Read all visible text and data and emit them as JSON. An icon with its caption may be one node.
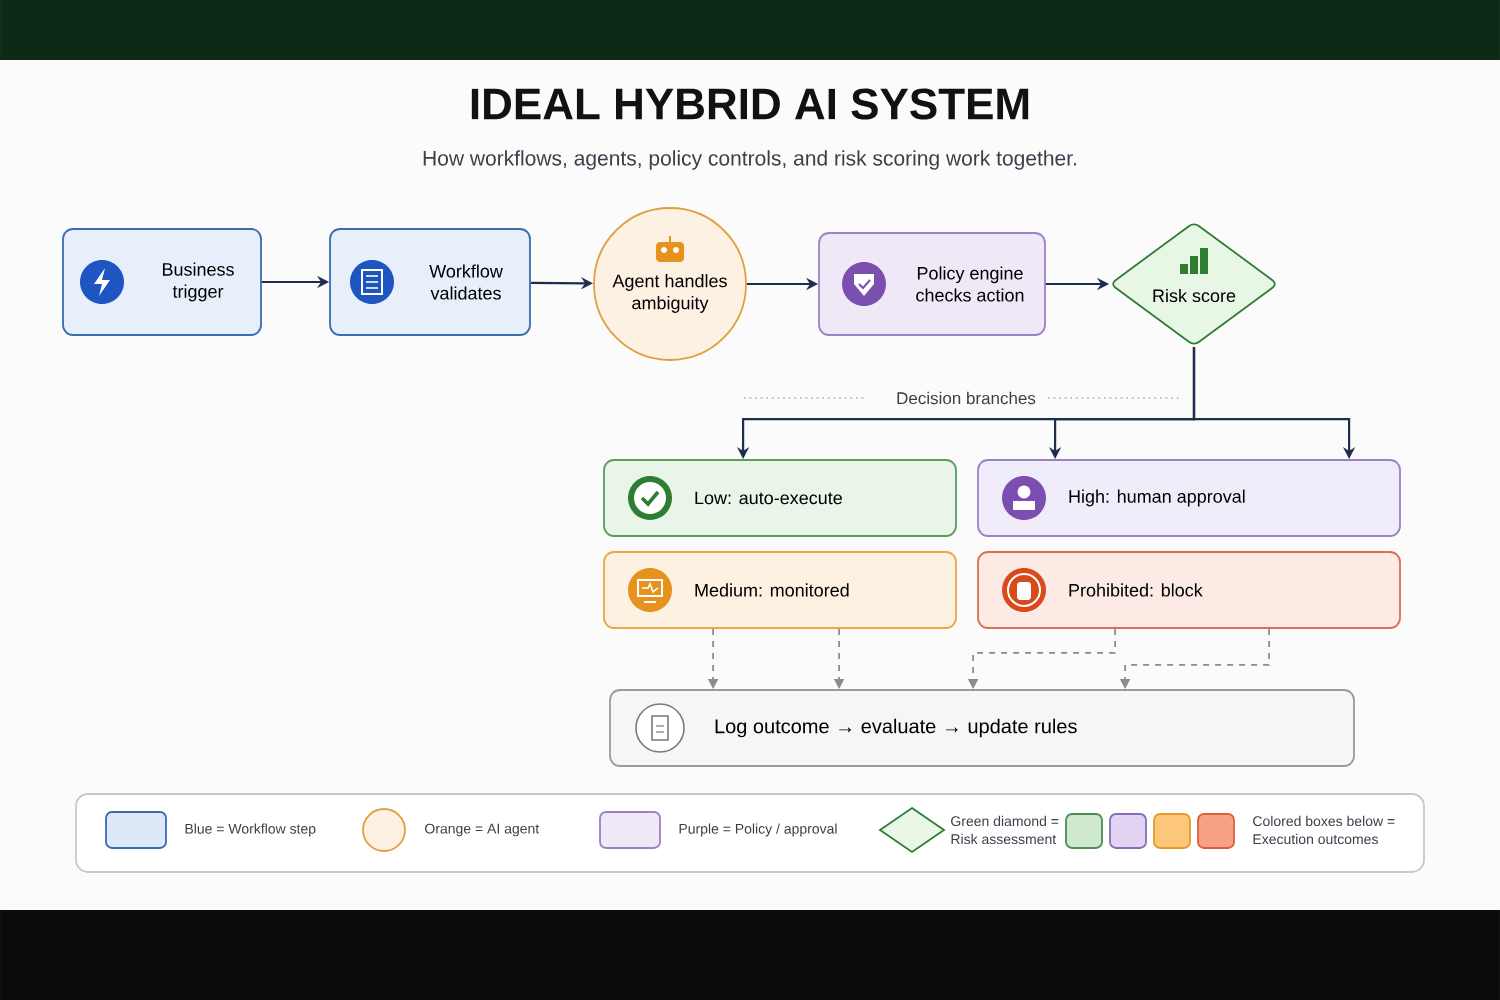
{
  "diagram": {
    "title": "IDEAL HYBRID AI SYSTEM",
    "nodes": [
      {
        "text": [
          "Business trigger"
        ]
      },
      {
        "text": [
          "Workflow validates"
        ]
      },
      {
        "text": [
          "Agent handles ambiguity"
        ]
      },
      {
        "text": [
          "Policy engine checks action"
        ]
      },
      {
        "text": [
          "Risk score"
        ]
      },
      {
        "text": [
          "Low: auto-execute"
        ]
      },
      {
        "text": [
          "High: human approval"
        ]
      },
      {
        "text": [
          "Medium: monitored"
        ]
      },
      {
        "text": [
          "Prohibited: block"
        ]
      },
      {
        "text": [
          "Log outcome → evaluate → update rules"
        ]
      }
    ],
    "edges": [
      {
        "from": 0,
        "to": 1,
        "arrow": "to"
      },
      {
        "from": 1,
        "to": 2,
        "arrow": "to"
      },
      {
        "from": 2,
        "to": 3,
        "arrow": "to"
      },
      {
        "from": 3,
        "to": 4,
        "arrow": "to"
      },
      {
        "from": 4,
        "to": 5,
        "arrow": "to"
      },
      {
        "from": 4,
        "to": 6,
        "arrow": "to"
      },
      {
        "from": 4,
        "to": 6,
        "arrow": "to"
      },
      {
        "from": 7,
        "to": 9,
        "arrow": "to",
        "style": "dashed",
        "color": "#8c8c8c"
      },
      {
        "from": 7,
        "to": 9,
        "arrow": "to",
        "style": "dashed",
        "color": "#8c8c8c"
      },
      {
        "from": 8,
        "to": 9,
        "arrow": "to",
        "style": "dashed",
        "color": "#8c8c8c"
      },
      {
        "from": 8,
        "to": 9,
        "arrow": "to",
        "style": "dashed",
        "color": "#8c8c8c"
      }
    ],
    "labels": [
      "How workflows, agents, policy controls, and risk scoring work together.",
      "Decision branches"
    ],
    "legend": [
      {
        "text": "Blue = Workflow step",
        "color": "#dde9f8"
      },
      {
        "text": "Orange = AI agent",
        "color": "#fdf1e3"
      },
      {
        "text": "Purple = Policy / approval",
        "color": "#efe8f7"
      },
      {
        "text": "Green diamond = Risk assessment"
      },
      {
        "text": "Colored boxes below = Execution outcomes"
      }
    ]
  }
}
